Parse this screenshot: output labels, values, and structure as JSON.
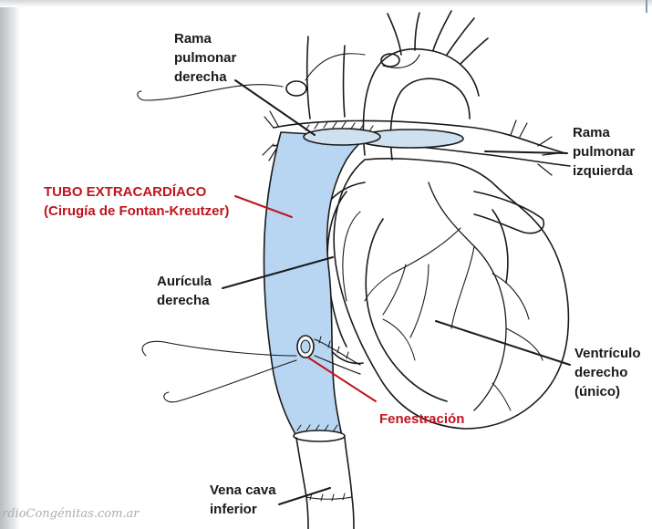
{
  "labels": {
    "rama_pulmonar_derecha": [
      "Rama",
      "pulmonar",
      "derecha"
    ],
    "rama_pulmonar_izquierda": [
      "Rama",
      "pulmonar",
      "izquierda"
    ],
    "tubo_extracardiaco": [
      "TUBO EXTRACARDÍACO",
      "(Cirugía de Fontan-Kreutzer)"
    ],
    "auricula_derecha": [
      "Aurícula",
      "derecha"
    ],
    "ventriculo_derecho": [
      "Ventrículo",
      "derecho",
      "(único)"
    ],
    "fenestracion": "Fenestración",
    "vena_cava_inferior": [
      "Vena cava",
      "inferior"
    ]
  },
  "watermark": "rdioCongénitas.com.ar",
  "colors": {
    "label_text": "#1a1a1a",
    "highlight_red": "#c0141c",
    "conduit_blue": "#b8d6f2",
    "line_art": "#1a1a1a"
  }
}
